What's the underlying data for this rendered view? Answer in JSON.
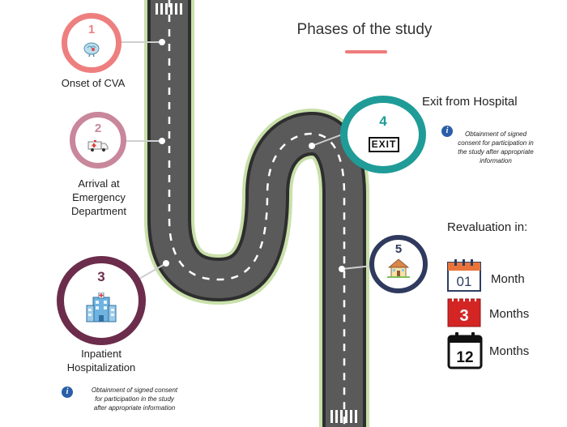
{
  "title": "Phases of the study",
  "phases": [
    {
      "number": "1",
      "label": "Onset of CVA",
      "icon": "brain-icon",
      "color": "#ee7f7f"
    },
    {
      "number": "2",
      "label_lines": [
        "Arrival at",
        "Emergency",
        "Department"
      ],
      "icon": "ambulance-icon",
      "color": "#c9879c"
    },
    {
      "number": "3",
      "label_lines": [
        "Inpatient",
        "Hospitalization"
      ],
      "icon": "hospital-icon",
      "color": "#6b2d4b"
    },
    {
      "number": "4",
      "label": "Exit from Hospital",
      "icon": "exit-sign-icon",
      "exit_text": "EXIT",
      "color": "#1f9c97"
    },
    {
      "number": "5",
      "icon": "house-icon",
      "color": "#2f3a5e"
    }
  ],
  "note_phase3": [
    "Obtainment of signed consent",
    "for participation in the study",
    "after appropriate information"
  ],
  "note_phase4": [
    "Obtainment of signed",
    "consent for participation in",
    "the study after appropriate",
    "information"
  ],
  "info_icon_glyph": "i",
  "revaluation": {
    "title": "Revaluation in:",
    "items": [
      {
        "value": "01",
        "label": "Month",
        "icon": "calendar-icon"
      },
      {
        "value": "3",
        "label": "Months",
        "icon": "calendar-icon"
      },
      {
        "value": "12",
        "label": "Months",
        "icon": "calendar-icon"
      }
    ]
  }
}
